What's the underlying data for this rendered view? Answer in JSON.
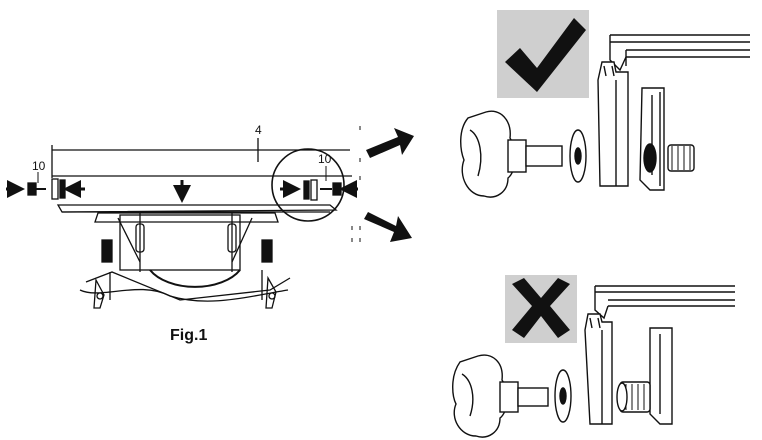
{
  "figure": {
    "caption": "Fig.1",
    "callouts": {
      "part_4": "4",
      "part_10_left": "10",
      "part_10_right": "10"
    }
  },
  "panels": {
    "correct": {
      "badge_icon": "checkmark-icon",
      "badge_color": "#cfcfcf"
    },
    "incorrect": {
      "badge_icon": "cross-icon",
      "badge_color": "#cfcfcf"
    }
  },
  "colors": {
    "ink": "#111111",
    "paper": "#ffffff",
    "badge": "#cfcfcf"
  }
}
